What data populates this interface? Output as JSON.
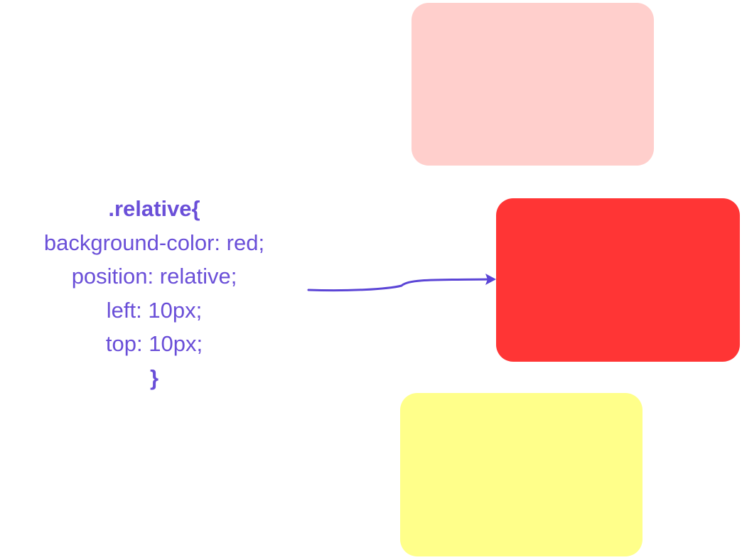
{
  "code": {
    "selector": ".relative{",
    "line1": "background-color: red;",
    "line2": "position: relative;",
    "line3": "left: 10px;",
    "line4": "top: 10px;",
    "closing": "}"
  },
  "colors": {
    "code_text": "#6a4fd8",
    "arrow": "#5b45d6",
    "box_top": "#ffcfcc",
    "box_middle": "#ff3535",
    "box_bottom": "#ffff8a"
  }
}
